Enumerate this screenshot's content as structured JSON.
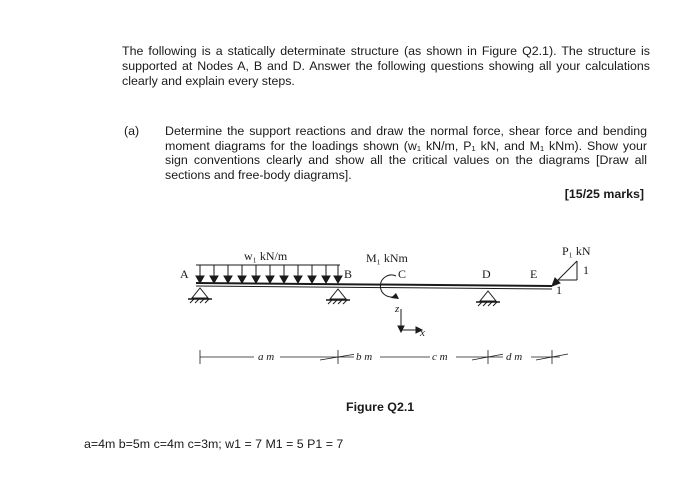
{
  "intro": "The following is a statically determinate structure (as shown in Figure Q2.1). The structure is supported at Nodes A, B and D. Answer the following questions showing all your calculations clearly and explain every steps.",
  "part": {
    "label": "(a)",
    "text": "Determine the support reactions and draw the normal force, shear force and bending moment diagrams for the loadings shown (w₁ kN/m, P₁ kN, and M₁ kNm). Show your sign conventions clearly and show all the critical values on the diagrams [Draw all sections and free-body diagrams].",
    "marks": "[15/25 marks]"
  },
  "figure": {
    "udl_label": "w₁ kN/m",
    "moment_label": "M₁ kNm",
    "point_label": "P₁ kN",
    "nodes": {
      "A": "A",
      "B": "B",
      "C": "C",
      "D": "D",
      "E": "E"
    },
    "slope": {
      "rise": "1",
      "run": "1"
    },
    "axes": {
      "z": "z",
      "x": "x"
    },
    "dims": {
      "a": "a m",
      "b": "b m",
      "c": "c m",
      "d": "d m"
    },
    "caption": "Figure Q2.1"
  },
  "given": "a=4m b=5m c=4m c=3m; w1 = 7  M1 = 5  P1 = 7"
}
